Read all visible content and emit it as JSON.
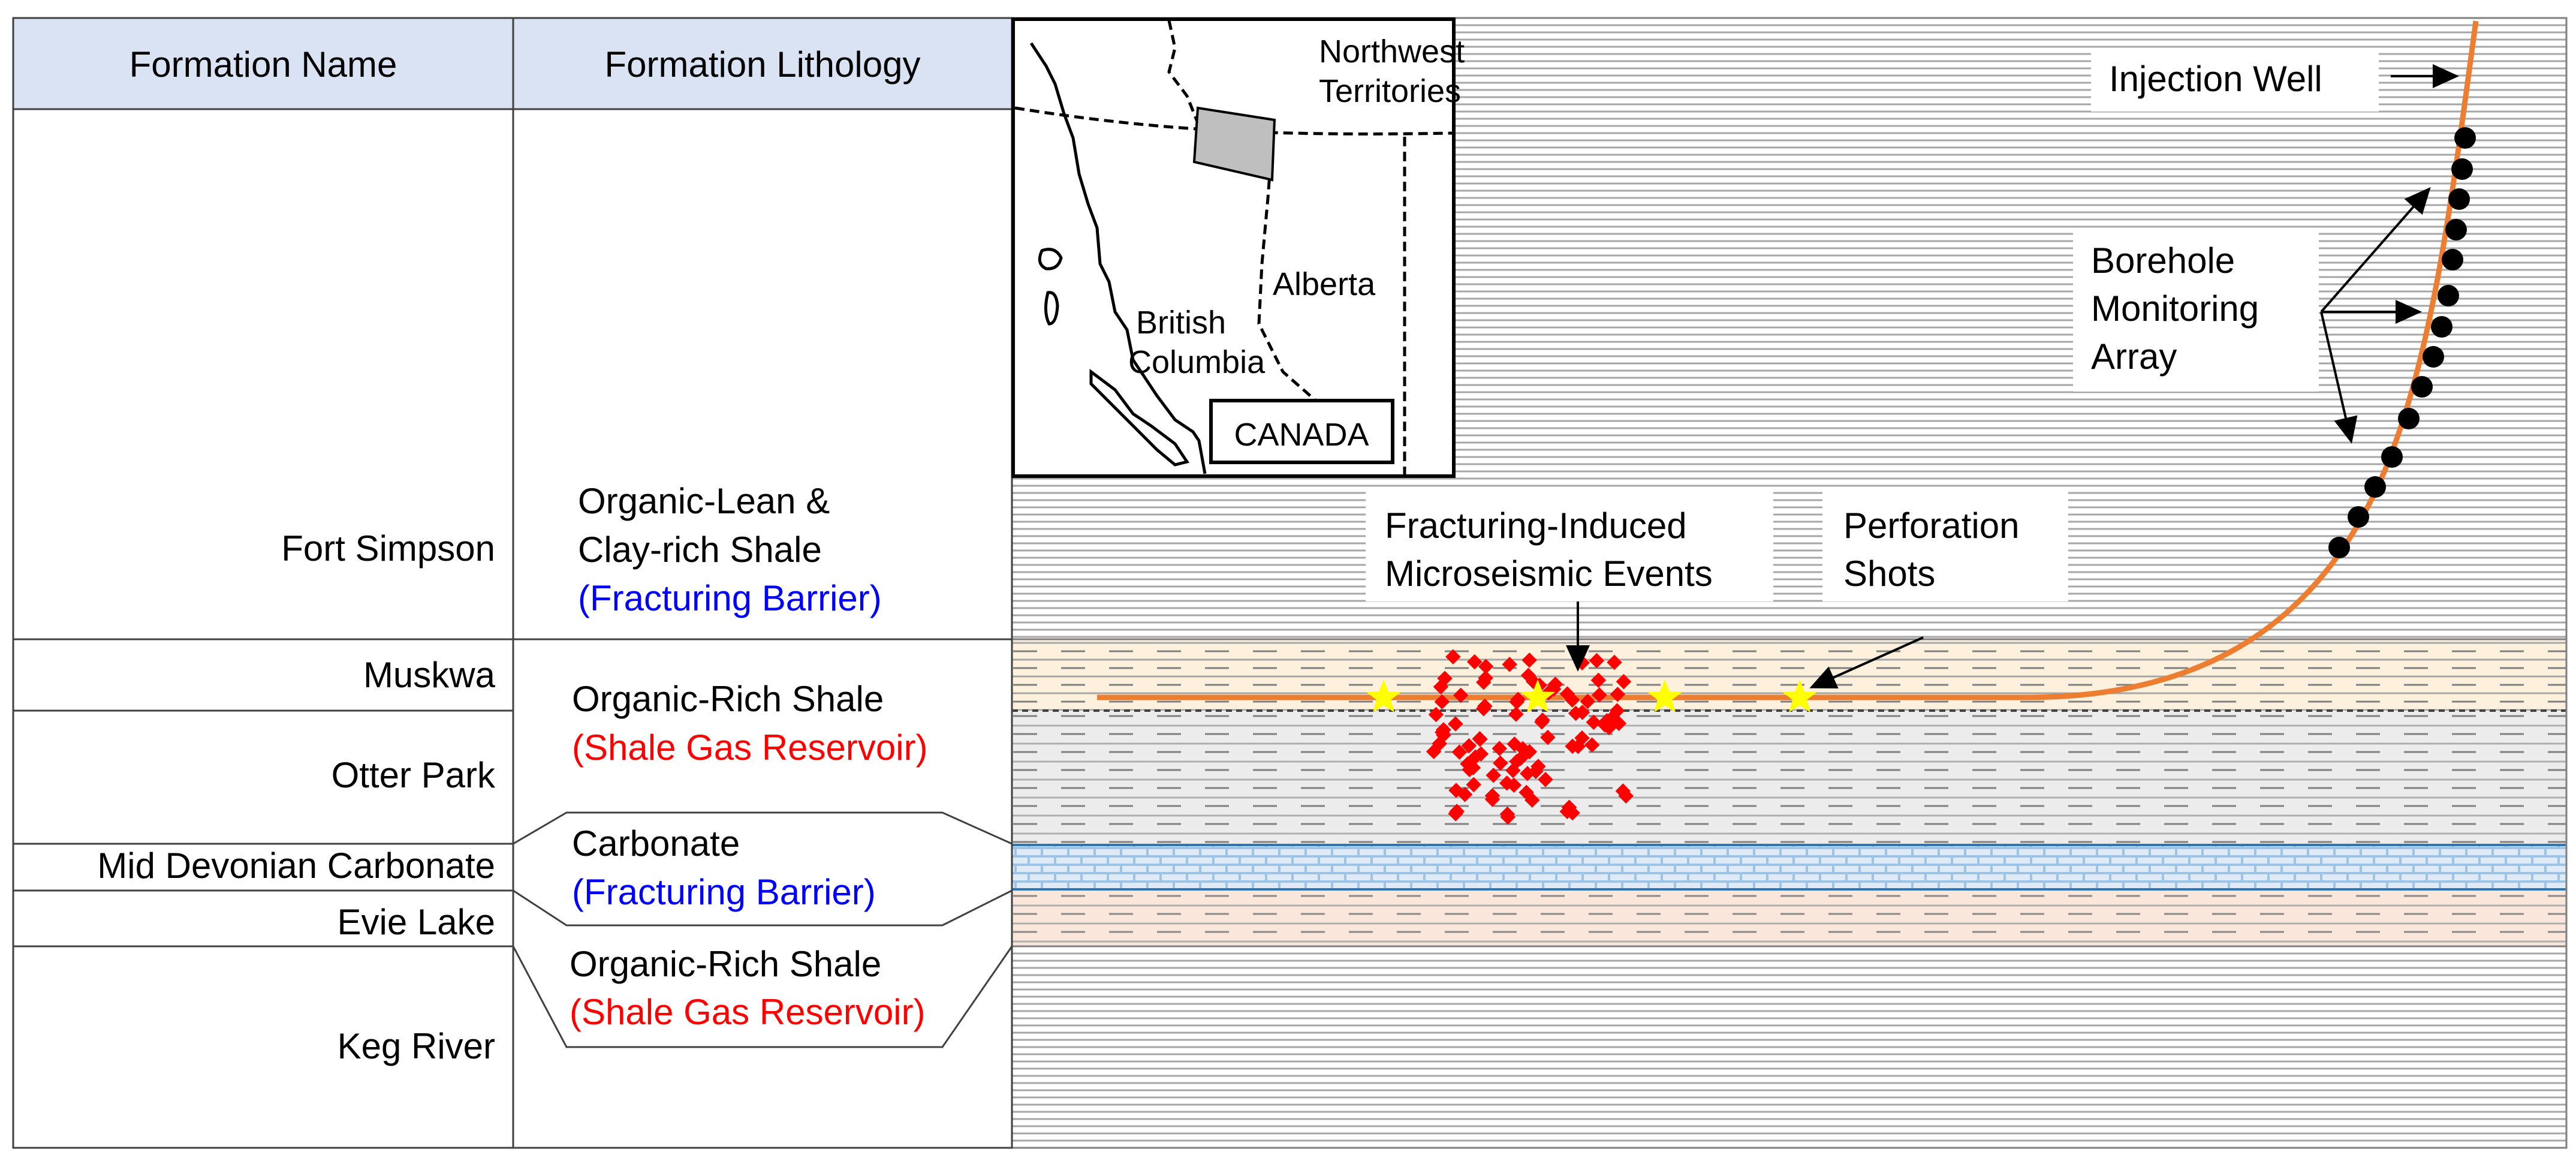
{
  "table": {
    "header_name": "Formation Name",
    "header_lithology": "Formation Lithology",
    "formations": [
      {
        "name": "Fort Simpson"
      },
      {
        "name": "Muskwa"
      },
      {
        "name": "Otter Park"
      },
      {
        "name": "Mid Devonian Carbonate"
      },
      {
        "name": "Evie Lake"
      },
      {
        "name": "Keg River"
      }
    ],
    "lithology": [
      {
        "line1": "Organic-Lean &",
        "line2": "Clay-rich Shale",
        "role": "(Fracturing Barrier)"
      },
      {
        "line1": "Organic-Rich Shale",
        "role": "(Shale Gas Reservoir)"
      },
      {
        "line1": "Carbonate",
        "role": "(Fracturing Barrier)"
      },
      {
        "line1": "Organic-Rich Shale",
        "role": "(Shale Gas Reservoir)"
      }
    ]
  },
  "inset_map": {
    "nwt_line1": "Northwest",
    "nwt_line2": "Territories",
    "alberta": "Alberta",
    "bc_line1": "British",
    "bc_line2": "Columbia",
    "country": "CANADA"
  },
  "annotations": {
    "injection_well": "Injection Well",
    "monitoring_line1": "Borehole",
    "monitoring_line2": "Monitoring",
    "monitoring_line3": "Array",
    "events_line1": "Fracturing-Induced",
    "events_line2": "Microseismic Events",
    "perforation_line1": "Perforation",
    "perforation_line2": "Shots"
  },
  "colors": {
    "header_bg": "#dae3f3",
    "barrier_text": "#0000ff",
    "reservoir_text": "#ff0000",
    "well": "#ed7d31",
    "microseismic": "#ff0000",
    "perforation_star": "#ffff00",
    "geophone": "#000000",
    "shale_reservoir_fill": "#fdf0dd",
    "otter_park_fill": "#ececec",
    "carbonate_fill": "#9dc3e6",
    "carbonate_line": "#2e75b6",
    "evie_fill": "#fbe6dc",
    "map_province": "#bfbfbf"
  }
}
